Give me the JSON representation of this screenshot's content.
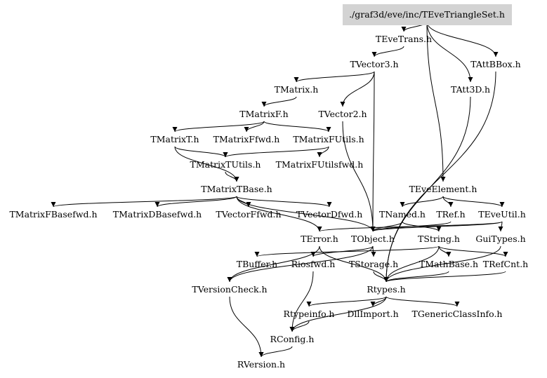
{
  "diagram": {
    "root": "./graf3d/eve/inc/TEveTriangleSet.h",
    "root_fill": "#d3d3d3",
    "nodes": [
      {
        "id": "root",
        "label": "./graf3d/eve/inc/TEveTriangleSet.h"
      },
      {
        "id": "TEveTrans",
        "label": "TEveTrans.h"
      },
      {
        "id": "TAttBBox",
        "label": "TAttBBox.h"
      },
      {
        "id": "TVector3",
        "label": "TVector3.h"
      },
      {
        "id": "TAtt3D",
        "label": "TAtt3D.h"
      },
      {
        "id": "TMatrix",
        "label": "TMatrix.h"
      },
      {
        "id": "TMatrixF",
        "label": "TMatrixF.h"
      },
      {
        "id": "TVector2",
        "label": "TVector2.h"
      },
      {
        "id": "TMatrixT",
        "label": "TMatrixT.h"
      },
      {
        "id": "TMatrixFfwd",
        "label": "TMatrixFfwd.h"
      },
      {
        "id": "TMatrixFUtils",
        "label": "TMatrixFUtils.h"
      },
      {
        "id": "TMatrixTUtils",
        "label": "TMatrixTUtils.h"
      },
      {
        "id": "TMatrixFUtilsfwd",
        "label": "TMatrixFUtilsfwd.h"
      },
      {
        "id": "TMatrixTBase",
        "label": "TMatrixTBase.h"
      },
      {
        "id": "TEveElement",
        "label": "TEveElement.h"
      },
      {
        "id": "TMatrixFBasefwd",
        "label": "TMatrixFBasefwd.h"
      },
      {
        "id": "TMatrixDBasefwd",
        "label": "TMatrixDBasefwd.h"
      },
      {
        "id": "TVectorFfwd",
        "label": "TVectorFfwd.h"
      },
      {
        "id": "TVectorDfwd",
        "label": "TVectorDfwd.h"
      },
      {
        "id": "TNamed",
        "label": "TNamed.h"
      },
      {
        "id": "TRef",
        "label": "TRef.h"
      },
      {
        "id": "TEveUtil",
        "label": "TEveUtil.h"
      },
      {
        "id": "TError",
        "label": "TError.h"
      },
      {
        "id": "TObject",
        "label": "TObject.h"
      },
      {
        "id": "TString",
        "label": "TString.h"
      },
      {
        "id": "GuiTypes",
        "label": "GuiTypes.h"
      },
      {
        "id": "TBuffer",
        "label": "TBuffer.h"
      },
      {
        "id": "Riosfwd",
        "label": "Riosfwd.h"
      },
      {
        "id": "TStorage",
        "label": "TStorage.h"
      },
      {
        "id": "TMathBase",
        "label": "TMathBase.h"
      },
      {
        "id": "TRefCnt",
        "label": "TRefCnt.h"
      },
      {
        "id": "TVersionCheck",
        "label": "TVersionCheck.h"
      },
      {
        "id": "Rtypes",
        "label": "Rtypes.h"
      },
      {
        "id": "Rtypeinfo",
        "label": "Rtypeinfo.h"
      },
      {
        "id": "DllImport",
        "label": "DllImport.h"
      },
      {
        "id": "TGenericClassInfo",
        "label": "TGenericClassInfo.h"
      },
      {
        "id": "RConfig",
        "label": "RConfig.h"
      },
      {
        "id": "RVersion",
        "label": "RVersion.h"
      }
    ],
    "edges": [
      [
        "root",
        "TEveTrans"
      ],
      [
        "root",
        "TAttBBox"
      ],
      [
        "root",
        "TAtt3D"
      ],
      [
        "root",
        "TEveElement"
      ],
      [
        "TEveTrans",
        "TVector3"
      ],
      [
        "TVector3",
        "TMatrix"
      ],
      [
        "TVector3",
        "TVector2"
      ],
      [
        "TVector3",
        "TObject"
      ],
      [
        "TMatrix",
        "TMatrixF"
      ],
      [
        "TMatrixF",
        "TMatrixT"
      ],
      [
        "TMatrixF",
        "TMatrixFfwd"
      ],
      [
        "TMatrixF",
        "TMatrixFUtils"
      ],
      [
        "TMatrixT",
        "TMatrixTBase"
      ],
      [
        "TMatrixT",
        "TMatrixTUtils"
      ],
      [
        "TMatrixFUtils",
        "TMatrixTUtils"
      ],
      [
        "TMatrixFUtils",
        "TMatrixFUtilsfwd"
      ],
      [
        "TMatrixTUtils",
        "TMatrixTBase"
      ],
      [
        "TMatrixTBase",
        "TMatrixFBasefwd"
      ],
      [
        "TMatrixTBase",
        "TMatrixDBasefwd"
      ],
      [
        "TMatrixTBase",
        "TVectorFfwd"
      ],
      [
        "TMatrixTBase",
        "TVectorDfwd"
      ],
      [
        "TMatrixTBase",
        "TObject"
      ],
      [
        "TMatrixTBase",
        "TError"
      ],
      [
        "TVector2",
        "TObject"
      ],
      [
        "TAttBBox",
        "Rtypes"
      ],
      [
        "TAtt3D",
        "Rtypes"
      ],
      [
        "TEveElement",
        "TNamed"
      ],
      [
        "TEveElement",
        "TRef"
      ],
      [
        "TEveElement",
        "TEveUtil"
      ],
      [
        "TNamed",
        "TObject"
      ],
      [
        "TNamed",
        "TString"
      ],
      [
        "TRef",
        "TObject"
      ],
      [
        "TEveUtil",
        "TObject"
      ],
      [
        "TEveUtil",
        "TError"
      ],
      [
        "TEveUtil",
        "GuiTypes"
      ],
      [
        "TError",
        "Rtypes"
      ],
      [
        "TError",
        "TVersionCheck"
      ],
      [
        "TObject",
        "TStorage"
      ],
      [
        "TObject",
        "TVersionCheck"
      ],
      [
        "TObject",
        "Riosfwd"
      ],
      [
        "TString",
        "TBuffer"
      ],
      [
        "TString",
        "TMathBase"
      ],
      [
        "TString",
        "TRefCnt"
      ],
      [
        "TString",
        "Rtypes"
      ],
      [
        "GuiTypes",
        "Rtypes"
      ],
      [
        "TStorage",
        "Rtypes"
      ],
      [
        "TMathBase",
        "Rtypes"
      ],
      [
        "TRefCnt",
        "Rtypes"
      ],
      [
        "Riosfwd",
        "RConfig"
      ],
      [
        "TVersionCheck",
        "RVersion"
      ],
      [
        "Rtypes",
        "Rtypeinfo"
      ],
      [
        "Rtypes",
        "DllImport"
      ],
      [
        "Rtypes",
        "TGenericClassInfo"
      ],
      [
        "Rtypes",
        "RConfig"
      ],
      [
        "Rtypeinfo",
        "RConfig"
      ],
      [
        "RConfig",
        "RVersion"
      ]
    ]
  }
}
